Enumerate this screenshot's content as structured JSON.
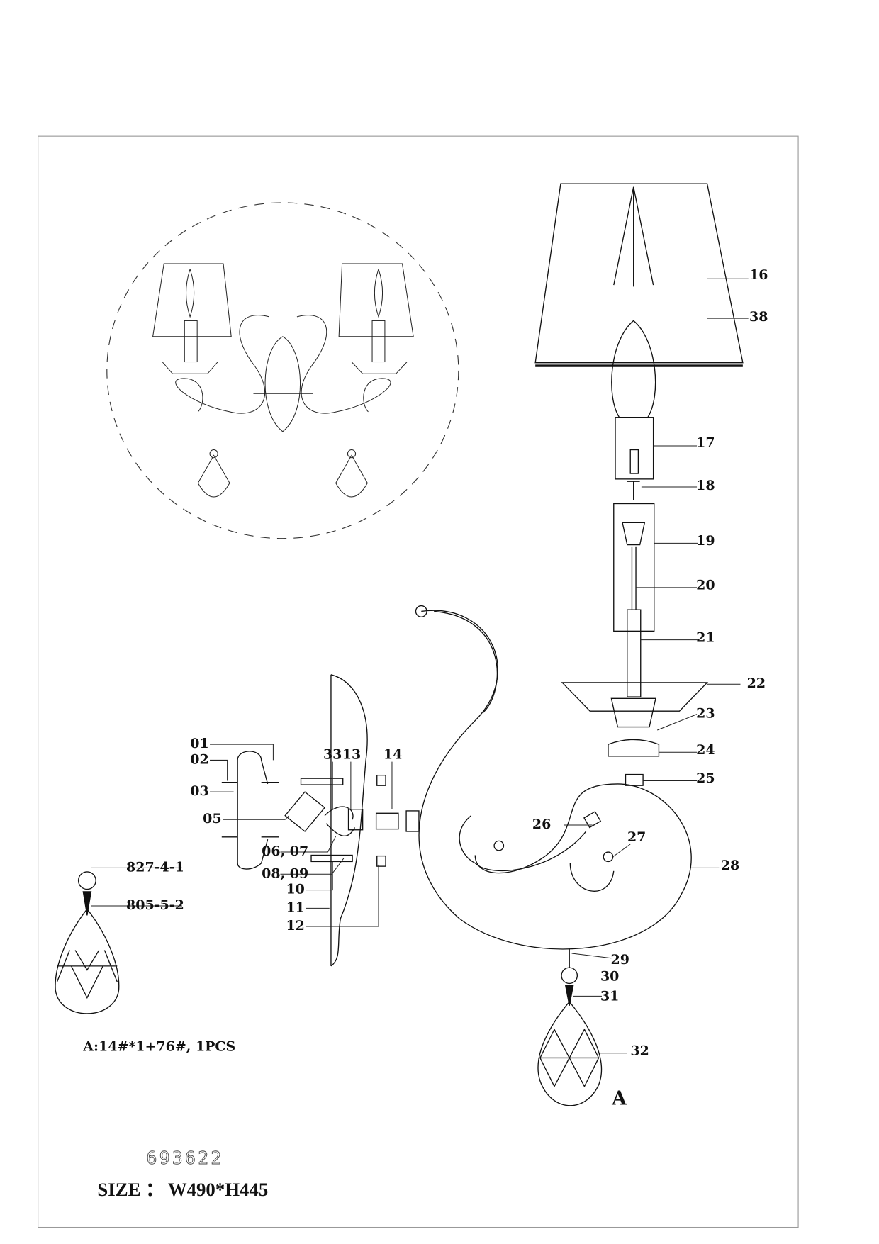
{
  "title": "Wall lamp exploded assembly diagram",
  "part_labels": {
    "p16": "16",
    "p38": "38",
    "p17": "17",
    "p18": "18",
    "p19": "19",
    "p20": "20",
    "p21": "21",
    "p22": "22",
    "p23": "23",
    "p24": "24",
    "p25": "25",
    "p26": "26",
    "p27": "27",
    "p28": "28",
    "p29": "29",
    "p30": "30",
    "p31": "31",
    "p32": "32",
    "p01": "01",
    "p02": "02",
    "p03": "03",
    "p05": "05",
    "p33": "33",
    "p13": "13",
    "p14": "14",
    "p0607": "06, 07",
    "p0809": "08, 09",
    "p10": "10",
    "p11": "11",
    "p12": "12",
    "c1": "827-4-1",
    "c2": "805-5-2"
  },
  "detail_marker": "A",
  "crystal_note": "A:14#*1+76#, 1PCS",
  "model_number": "693622",
  "size_label": "SIZE ：",
  "size_value": "W490*H445"
}
